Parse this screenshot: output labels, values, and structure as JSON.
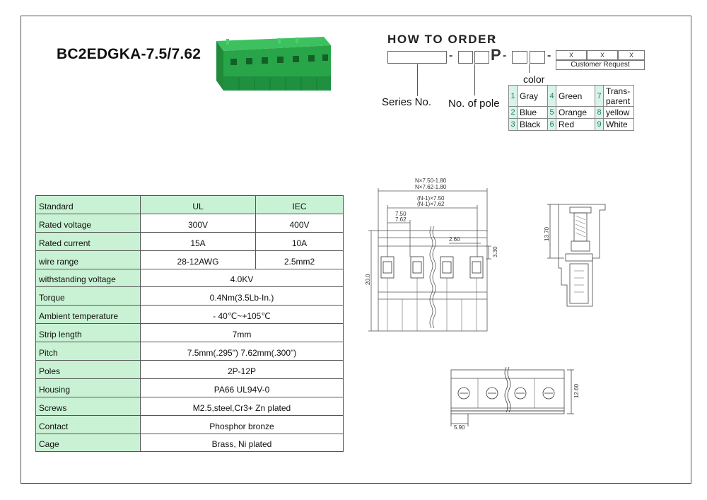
{
  "title": "BC2EDGKA-7.5/7.62",
  "how_to_order": {
    "heading": "HOW TO ORDER",
    "p_letter": "P",
    "x_marks": [
      "X",
      "X",
      "X"
    ],
    "customer_request": "Customer Request",
    "color_label": "color",
    "series_label": "Series No.",
    "pole_label": "No. of pole",
    "colors": [
      {
        "num": "1",
        "name": "Gray"
      },
      {
        "num": "4",
        "name": "Green"
      },
      {
        "num": "7",
        "name_line1": "Trans-",
        "name_line2": "parent"
      },
      {
        "num": "2",
        "name": "Blue"
      },
      {
        "num": "5",
        "name": "Orange"
      },
      {
        "num": "8",
        "name": "yellow"
      },
      {
        "num": "3",
        "name": "Black"
      },
      {
        "num": "6",
        "name": "Red"
      },
      {
        "num": "9",
        "name": "White"
      }
    ]
  },
  "specs": {
    "header": {
      "label": "Standard",
      "ul": "UL",
      "iec": "IEC"
    },
    "split_rows": [
      {
        "label": "Rated voltage",
        "ul": "300V",
        "iec": "400V"
      },
      {
        "label": "Rated current",
        "ul": "15A",
        "iec": "10A"
      },
      {
        "label": "wire range",
        "ul": "28-12AWG",
        "iec": "2.5mm2"
      }
    ],
    "rows": [
      {
        "label": "withstanding voltage",
        "value": "4.0KV"
      },
      {
        "label": "Torque",
        "value": "0.4Nm(3.5Lb-In.)"
      },
      {
        "label": "Ambient temperature",
        "value": "- 40℃~+105℃"
      },
      {
        "label": "Strip length",
        "value": "7mm"
      },
      {
        "label": "Pitch",
        "value": "7.5mm(.295\") 7.62mm(.300\")"
      },
      {
        "label": "Poles",
        "value": "2P-12P"
      },
      {
        "label": "Housing",
        "value": "PA66 UL94V-0"
      },
      {
        "label": "Screws",
        "value": "M2.5,steel,Cr3+ Zn plated"
      },
      {
        "label": "Contact",
        "value": "Phosphor bronze"
      },
      {
        "label": "Cage",
        "value": "Brass, Ni plated"
      }
    ]
  },
  "dimensions": {
    "total_a": "N×7.50-1.80",
    "total_b": "N×7.62-1.80",
    "pitch_sum_a": "(N-1)×7.50",
    "pitch_sum_b": "(N-1)×7.62",
    "pitch_a": "7.50",
    "pitch_b": "7.62",
    "d_260": "2.60",
    "d_330": "3.30",
    "d_200": "20.0",
    "d_1370": "13.70",
    "d_1260": "12.60",
    "d_590": "5.90"
  },
  "colors": {
    "label_bg": "#c9f2d4",
    "product_green": "#2aa84a"
  }
}
